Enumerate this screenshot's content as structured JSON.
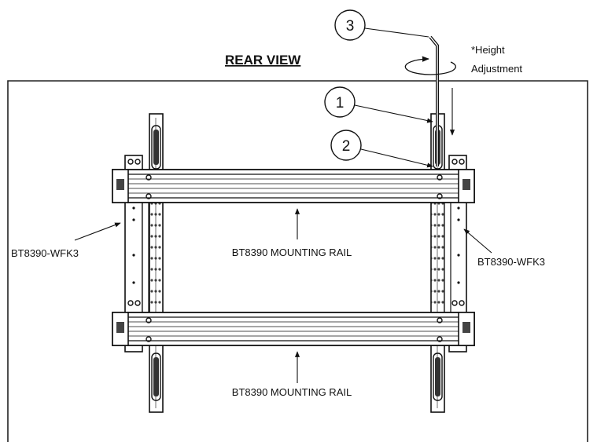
{
  "title": "REAR VIEW",
  "height_note": {
    "line1": "*Height",
    "line2": "Adjustment"
  },
  "labels": {
    "rail_top": "BT8390 MOUNTING RAIL",
    "rail_bottom": "BT8390 MOUNTING RAIL",
    "wfk_left": "BT8390-WFK3",
    "wfk_right": "BT8390-WFK3"
  },
  "callouts": [
    "1",
    "2",
    "3"
  ]
}
